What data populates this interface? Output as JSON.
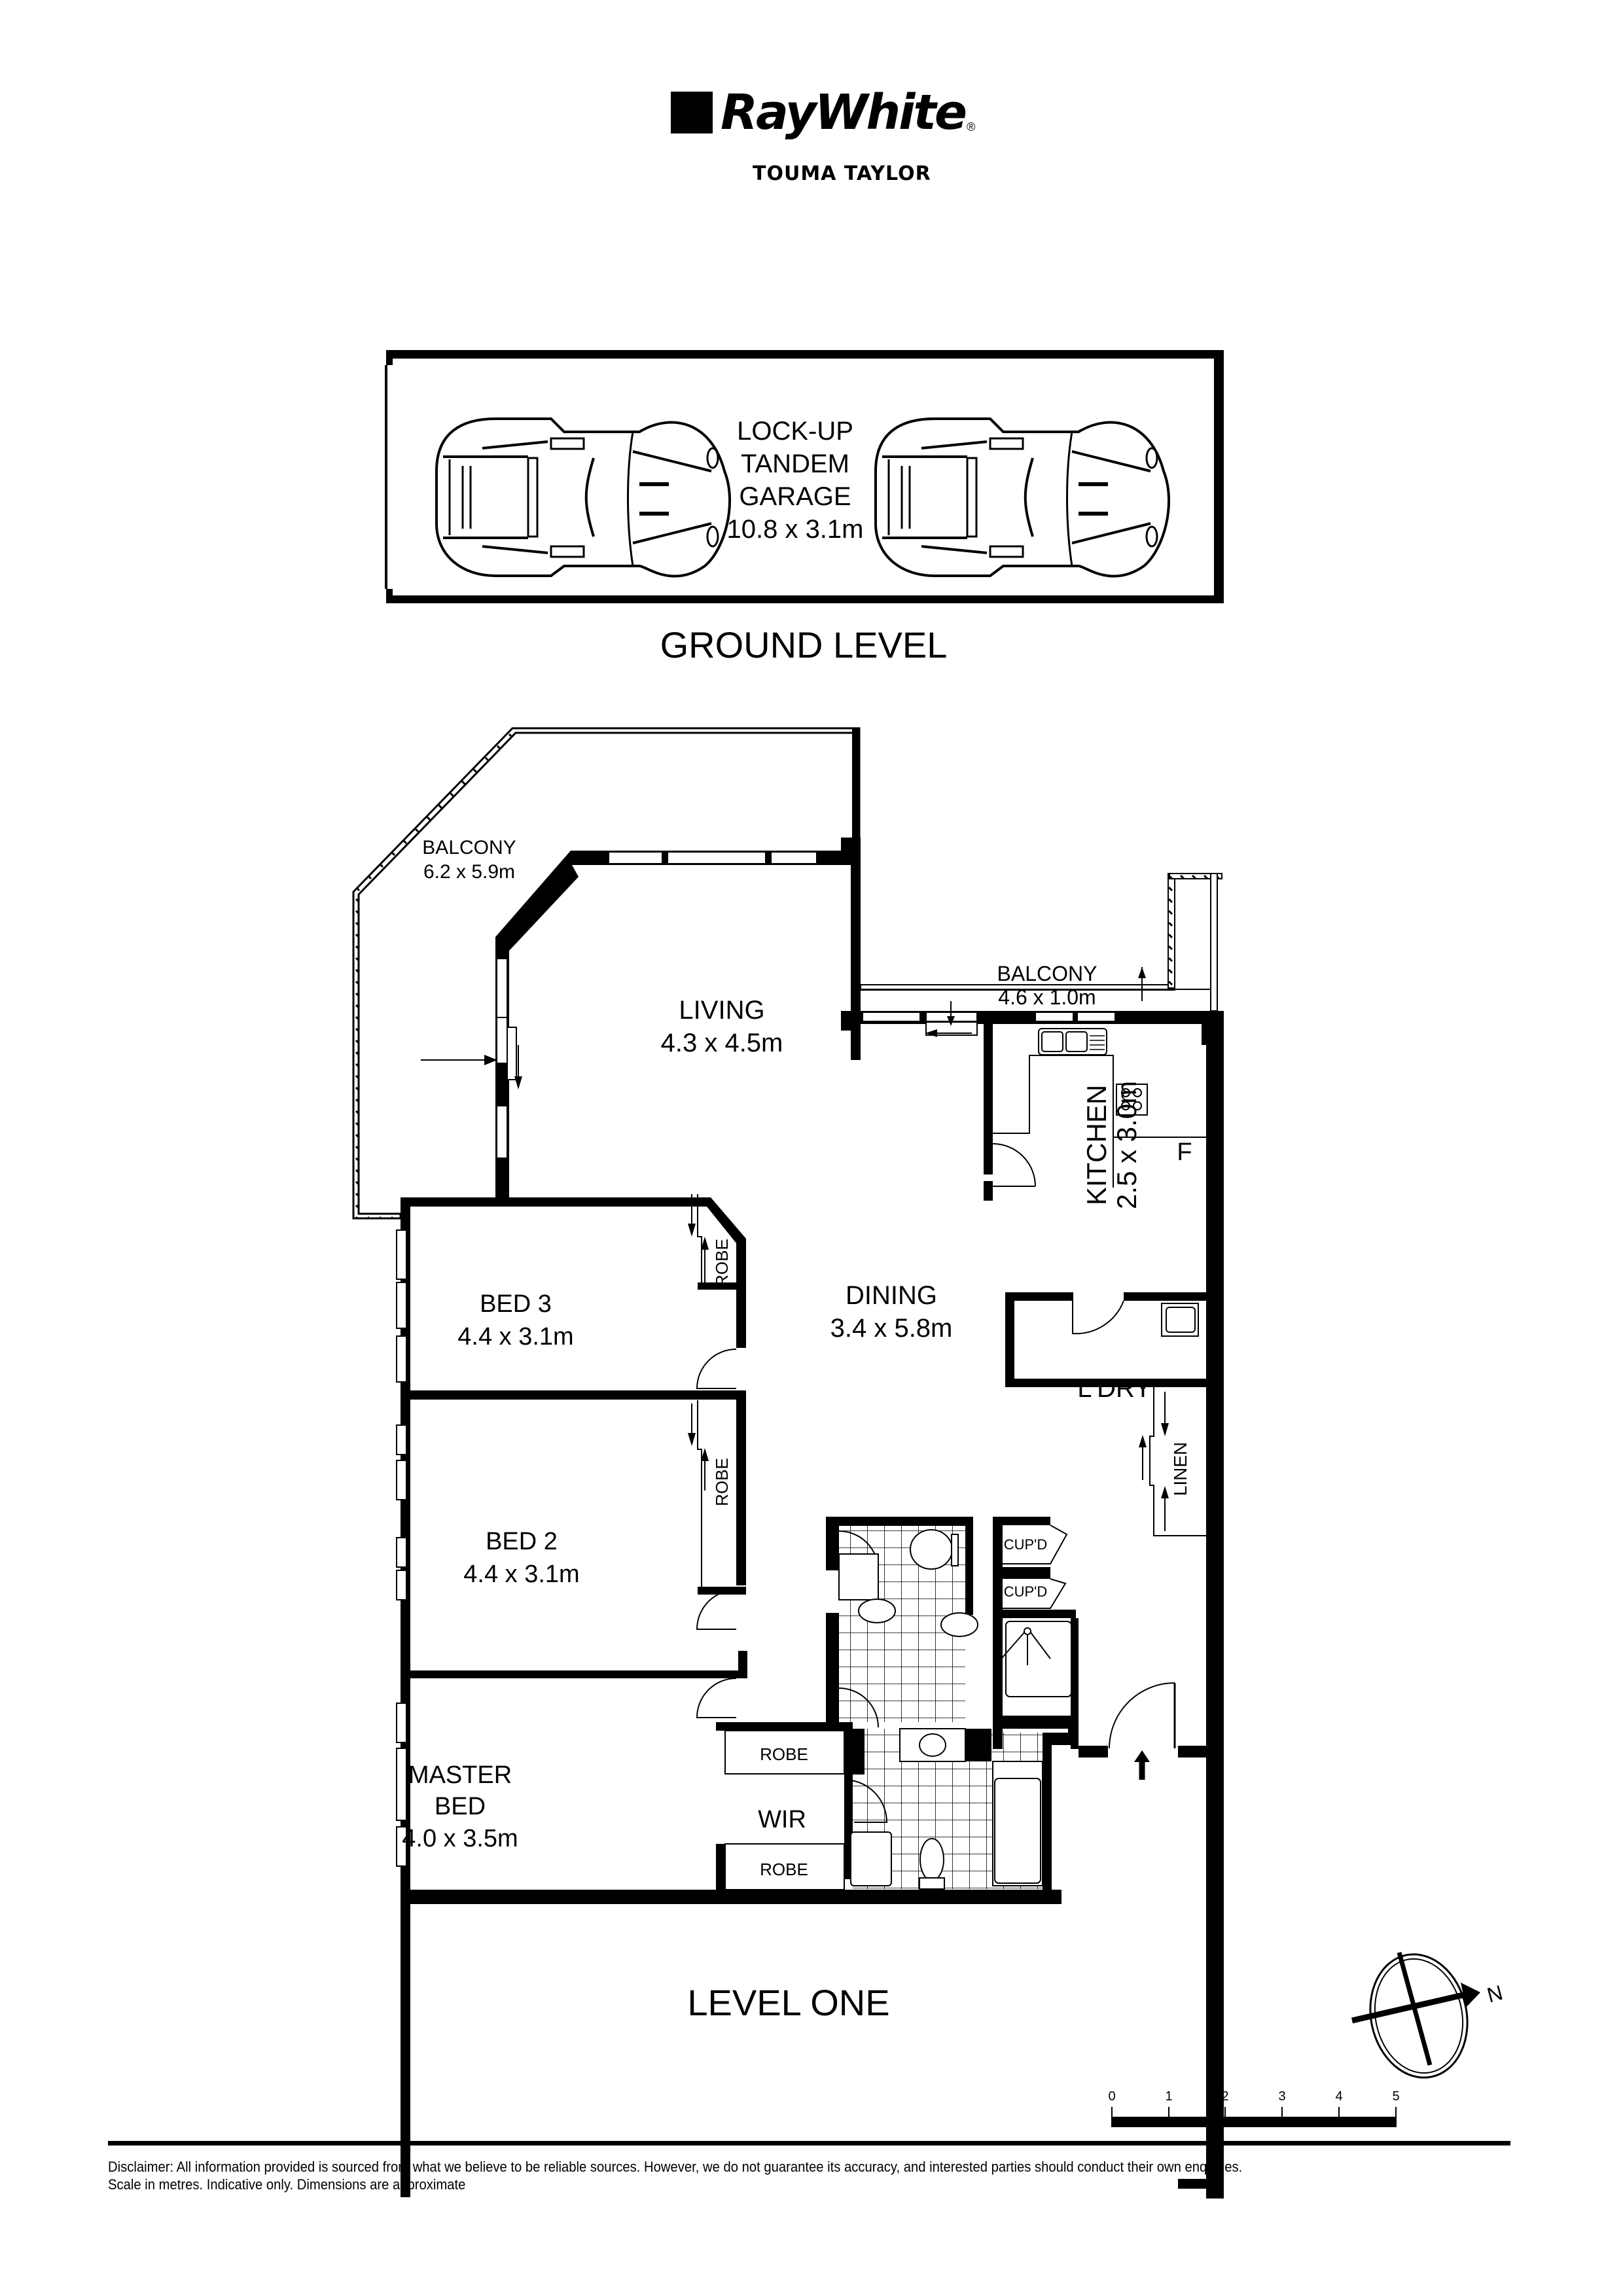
{
  "brand": {
    "name": "RayWhite",
    "registered_mark": "®",
    "office": "TOUMA TAYLOR"
  },
  "levels": [
    {
      "title": "GROUND LEVEL",
      "rooms": [
        {
          "name_lines": [
            "LOCK-UP",
            "TANDEM",
            "GARAGE"
          ],
          "dimensions": "10.8 x 3.1m"
        }
      ]
    },
    {
      "title": "LEVEL ONE",
      "rooms": [
        {
          "name": "BALCONY",
          "dimensions": "6.2 x 5.9m"
        },
        {
          "name": "LIVING",
          "dimensions": "4.3 x 4.5m"
        },
        {
          "name": "BALCONY",
          "dimensions": "4.6 x 1.0m"
        },
        {
          "name": "KITCHEN",
          "dimensions": "2.5 x 3.0m"
        },
        {
          "name": "DINING",
          "dimensions": "3.4 x 5.8m"
        },
        {
          "name": "BED 3",
          "dimensions": "4.4 x 3.1m"
        },
        {
          "name": "BED 2",
          "dimensions": "4.4 x 3.1m"
        },
        {
          "name_lines": [
            "MASTER",
            "BED"
          ],
          "dimensions": "4.0 x 3.5m"
        },
        {
          "name": "L'DRY"
        },
        {
          "name": "WIR"
        }
      ],
      "fixtures": {
        "robe": "ROBE",
        "linen": "LINEN",
        "cupboard": "CUP'D",
        "fridge": "F"
      }
    }
  ],
  "compass": {
    "north_label": "N",
    "icon": "north-arrow-icon"
  },
  "scale_bar": {
    "unit": "metres",
    "ticks": [
      "0",
      "1",
      "2",
      "3",
      "4",
      "5"
    ]
  },
  "disclaimer": {
    "line1": "Disclaimer: All information provided is sourced from what we believe to be reliable sources. However, we do not guarantee  its   accuracy, and interested parties should conduct their own enquiries.",
    "line2": "Scale in metres. Indicative only. Dimensions are approximate"
  },
  "colors": {
    "ink": "#000000",
    "paper": "#ffffff"
  }
}
